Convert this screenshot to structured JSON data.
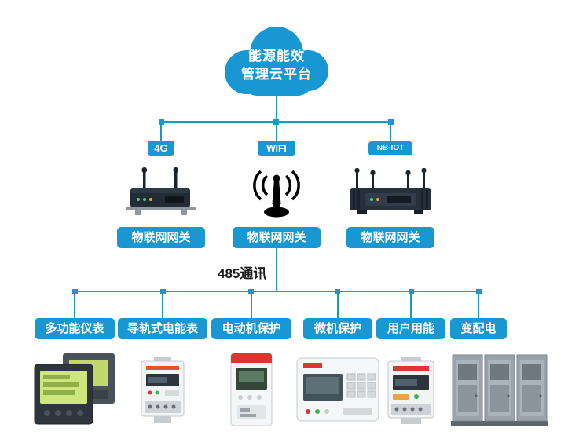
{
  "colors": {
    "accent_blue": "#1897d2",
    "background": "#ffffff",
    "label_text": "#ffffff",
    "bus_label_text": "#1a1a1a"
  },
  "cloud": {
    "line1": "能源能效",
    "line2": "管理云平台"
  },
  "gateways": [
    {
      "badge": "4G",
      "label": "物联网网关",
      "device": "4g-router-icon"
    },
    {
      "badge": "WIFI",
      "label": "物联网网关",
      "device": "wifi-antenna-icon"
    },
    {
      "badge": "NB-IOT",
      "label": "物联网网关",
      "device": "nb-iot-router-icon"
    }
  ],
  "bus": {
    "label": "485通讯"
  },
  "terminals": [
    {
      "label": "多功能仪表",
      "device": "multifunction-meter-icon"
    },
    {
      "label": "导轨式电能表",
      "device": "din-rail-energy-meter-icon"
    },
    {
      "label": "电动机保护",
      "device": "motor-protector-icon"
    },
    {
      "label": "微机保护",
      "device": "microcomputer-protector-icon"
    },
    {
      "label": "用户用能",
      "device": "user-energy-meter-icon"
    },
    {
      "label": "变配电",
      "device": "power-distribution-cabinet-icon"
    }
  ]
}
